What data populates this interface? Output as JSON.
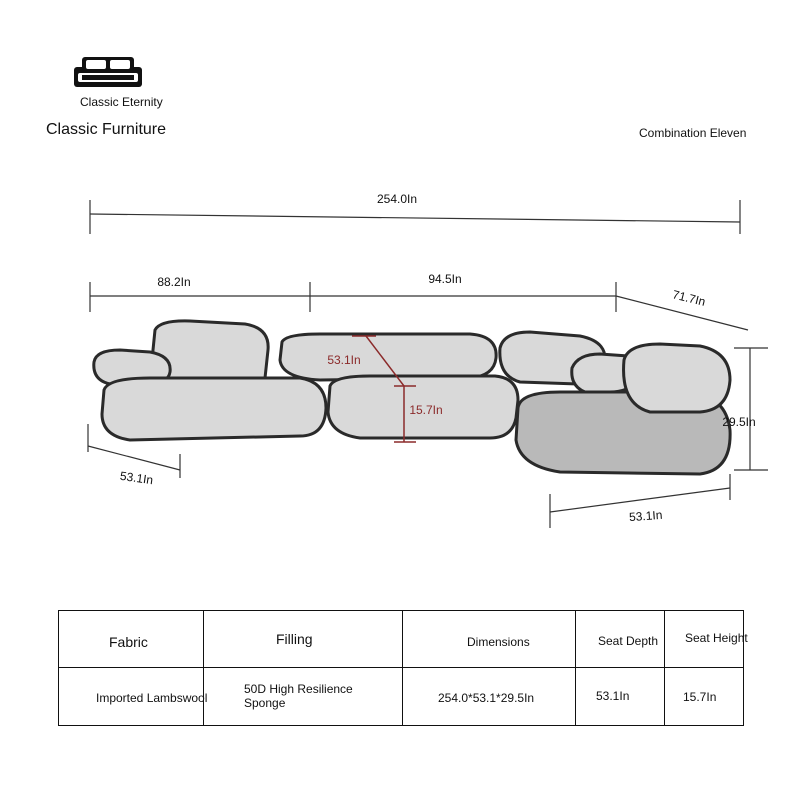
{
  "brand": {
    "tagline": "Classic Eternity",
    "name": "Classic Furniture",
    "logo_icon": "sofa-icon"
  },
  "combination": "Combination Eleven",
  "dimensions": {
    "overall_width": "254.0In",
    "left_section": "88.2In",
    "middle_section": "94.5In",
    "right_angle": "71.7In",
    "left_depth": "53.1In",
    "right_depth": "53.1In",
    "height": "29.5In",
    "seat_depth": "53.1In",
    "seat_height": "15.7In"
  },
  "table": {
    "headers": [
      "Fabric",
      "Filling",
      "Dimensions",
      "Seat Depth",
      "Seat Height"
    ],
    "row": [
      "Imported Lambswool",
      "50D High Resilience Sponge",
      "254.0*53.1*29.5In",
      "53.1In",
      "15.7In"
    ]
  },
  "colors": {
    "seat_dimension_accent": "#8b2a2a"
  }
}
